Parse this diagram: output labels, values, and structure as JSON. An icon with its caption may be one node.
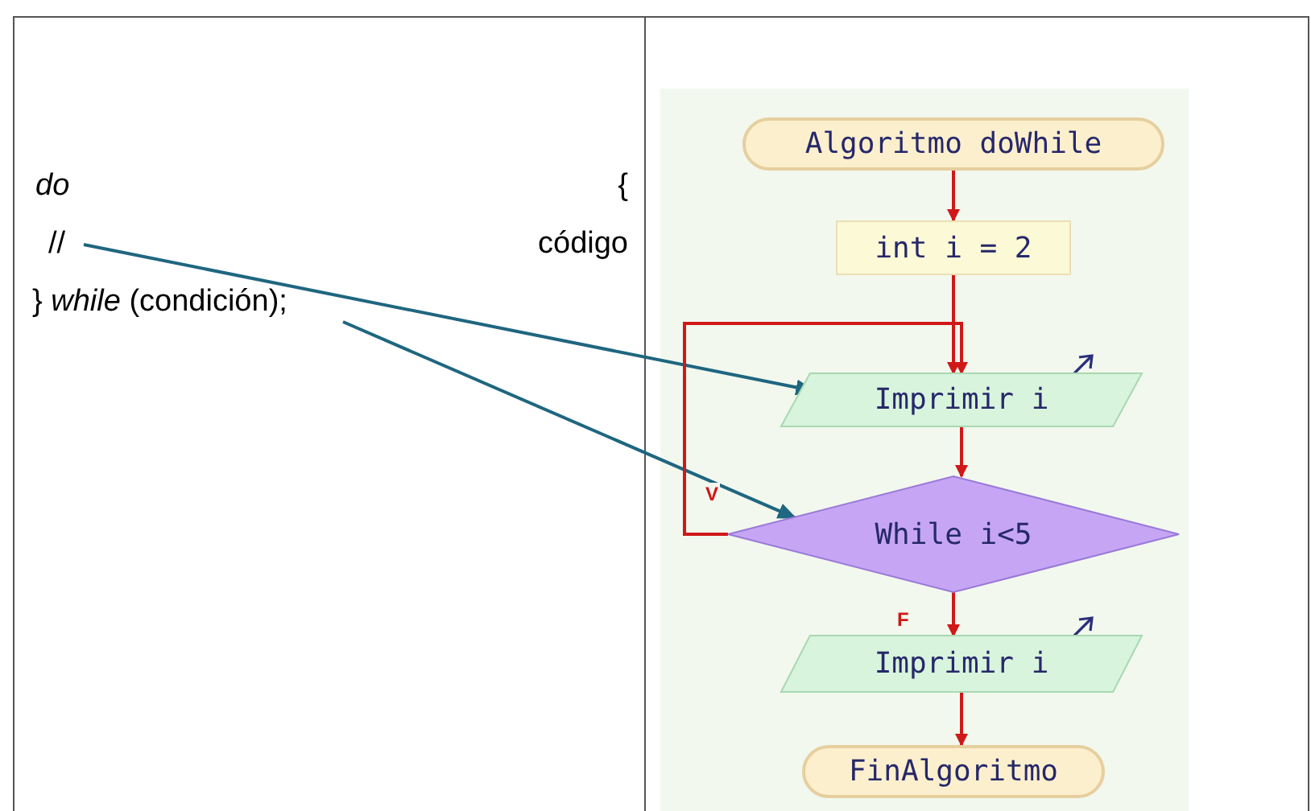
{
  "diagram": {
    "nodes": [
      {
        "text": [
          "//"
        ]
      },
      {
        "text": [
          "} *while* (condición);"
        ]
      },
      {
        "text": [
          "Algoritmo doWhile"
        ]
      },
      {
        "text": [
          "int i = 2"
        ]
      },
      {
        "text": [
          "Imprimir i"
        ]
      },
      {
        "text": [
          "While i<5"
        ]
      },
      {
        "text": [
          "Imprimir i"
        ]
      },
      {
        "text": [
          "FinAlgoritmo"
        ]
      }
    ],
    "edges": [
      {
        "from": 0,
        "to": 4,
        "arrow": "to",
        "color": "#1f6680"
      },
      {
        "from": 1,
        "to": 5,
        "arrow": "to",
        "color": "#1f6680"
      },
      {
        "from": 2,
        "to": 3,
        "arrow": "to"
      },
      {
        "from": 3,
        "to": 4,
        "arrow": "to"
      },
      {
        "from": 4,
        "to": 5,
        "arrow": "to"
      },
      {
        "from": 5,
        "to": 4,
        "arrow": "to",
        "label": "V"
      },
      {
        "from": 5,
        "to": 6,
        "arrow": "to",
        "label": "F"
      },
      {
        "from": 6,
        "to": 7,
        "arrow": "to"
      }
    ],
    "labels": [
      "do",
      "{",
      "código"
    ]
  }
}
